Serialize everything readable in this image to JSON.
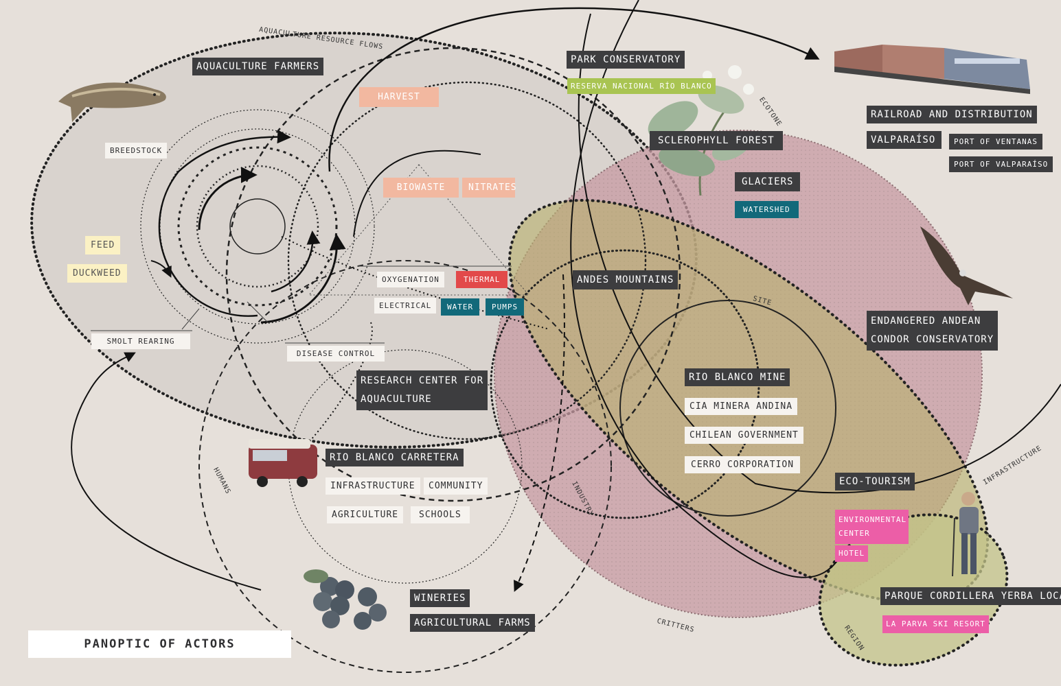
{
  "title": "PANOPTIC OF ACTORS",
  "colors": {
    "background": "#e6e0da",
    "dark_label": "#3d3d3f",
    "salmon": "#f2b8a0",
    "cream": "#fbf1c4",
    "green": "#a9c452",
    "teal": "#12697a",
    "red": "#e2494a",
    "pink": "#ec5ea7",
    "mauve_zone": "#c79ba3",
    "olive_zone": "#b8b06c",
    "grey_zone": "#d6d0cb"
  },
  "ring_labels": {
    "aquaculture_resource_flows": "AQUACULTURE RESOURCE FLOWS",
    "ecotone": "ECOTONE",
    "site": "SITE",
    "industry": "INDUSTRY",
    "humans": "HUMANS",
    "critters": "CRITTERS",
    "region": "REGION",
    "infrastructure": "INFRASTRUCTURE"
  },
  "aquaculture": {
    "farmers": "AQUACULTURE FARMERS",
    "harvest": "HARVEST",
    "breedstock": "BREEDSTOCK",
    "biowaste": "BIOWASTE",
    "nitrates": "NITRATES",
    "feed": "FEED",
    "duckweed": "DUCKWEED",
    "oxygenation": "OXYGENATION",
    "thermal": "THERMAL",
    "electrical": "ELECTRICAL",
    "water": "WATER",
    "pumps": "PUMPS",
    "smolt_rearing": "SMOLT REARING",
    "disease_control": "DISEASE CONTROL",
    "research_center_line1": "RESEARCH CENTER FOR",
    "research_center_line2": "AQUACULTURE"
  },
  "park": {
    "conservatory": "PARK CONSERVATORY",
    "reserva": "RESERVA NACIONAL RÍO BLANCO",
    "sclerophyll": "SCLEROPHYLL FOREST",
    "glaciers": "GLACIERS",
    "watershed": "WATERSHED"
  },
  "railroad": {
    "title": "RAILROAD AND DISTRIBUTION",
    "valparaiso": "VALPARAÍSO",
    "port_ventanas": "PORT OF VENTANAS",
    "port_valparaiso": "PORT OF VALPARAÍSO"
  },
  "andes": "ANDES MOUNTAINS",
  "condor_line1": "ENDANGERED ANDEAN",
  "condor_line2": "CONDOR CONSERVATORY",
  "mine": {
    "title": "RIO BLANCO MINE",
    "cia": "CIA MINERA ANDINA",
    "government": "CHILEAN GOVERNMENT",
    "cerro": "CERRO CORPORATION"
  },
  "eco_tourism": {
    "title": "ECO-TOURISM",
    "environmental_line1": "ENVIRONMENTAL",
    "environmental_line2": "CENTER",
    "hotel": "HOTEL"
  },
  "parque": {
    "title": "PARQUE CORDILLERA YERBA LOCA",
    "la_parva": "LA PARVA SKI RESORT"
  },
  "carretera": {
    "title": "RIO BLANCO CARRETERA",
    "infrastructure": "INFRASTRUCTURE",
    "community": "COMMUNITY",
    "agriculture": "AGRICULTURE",
    "schools": "SCHOOLS"
  },
  "wineries": "WINERIES",
  "agricultural_farms": "AGRICULTURAL FARMS",
  "icons": [
    "trout-fish-icon",
    "train-icon",
    "bus-icon",
    "flowering-plant-icon",
    "condor-icon",
    "hiker-icon",
    "grapes-icon"
  ]
}
